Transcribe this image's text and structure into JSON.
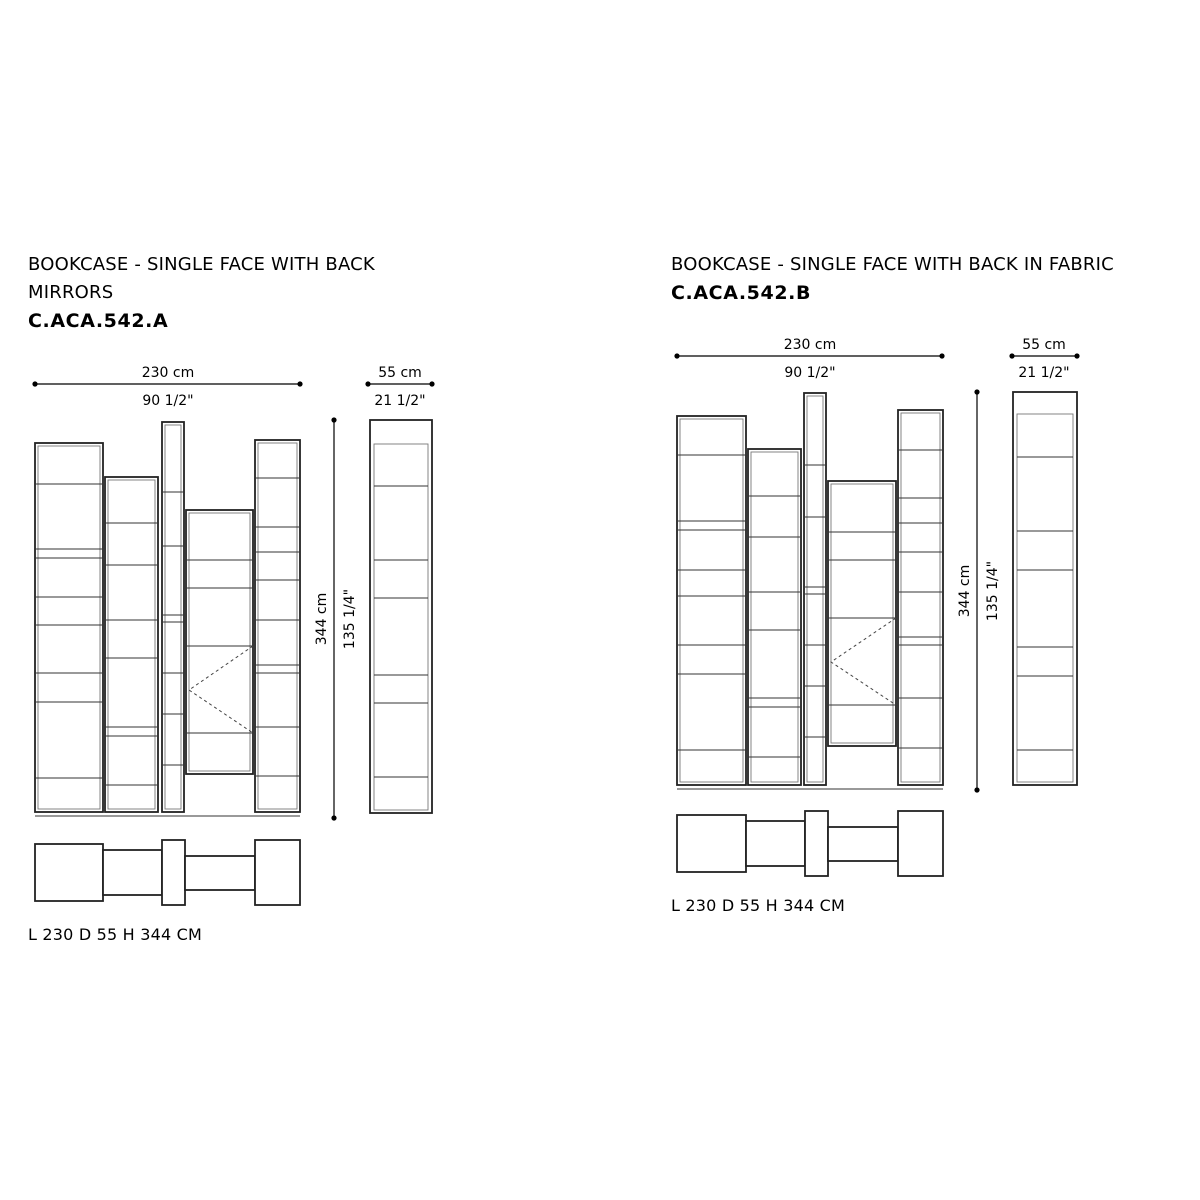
{
  "panels": [
    {
      "title_line1": "BOOKCASE - SINGLE FACE WITH BACK",
      "title_line2": "MIRRORS",
      "code": "C.ACA.542.A",
      "width_cm": "230 cm",
      "width_in": "90 1/2\"",
      "depth_cm": "55 cm",
      "depth_in": "21 1/2\"",
      "height_cm": "344 cm",
      "height_in": "135 1/4\"",
      "dimensions": "L 230 D 55 H 344 CM"
    },
    {
      "title_line1": "BOOKCASE - SINGLE FACE WITH BACK IN FABRIC",
      "title_line2": "",
      "code": "C.ACA.542.B",
      "width_cm": "230 cm",
      "width_in": "90 1/2\"",
      "depth_cm": "55 cm",
      "depth_in": "21 1/2\"",
      "height_cm": "344 cm",
      "height_in": "135 1/4\"",
      "dimensions": "L 230 D 55 H 344 CM"
    }
  ]
}
